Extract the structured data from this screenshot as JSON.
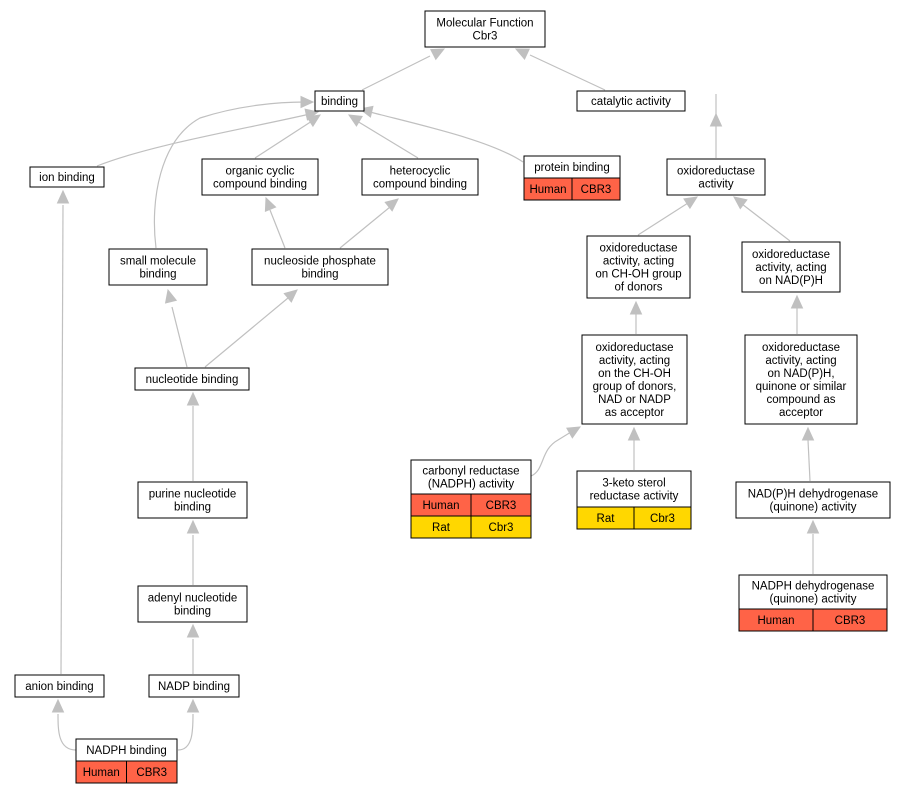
{
  "colors": {
    "human": "#ff6347",
    "rat": "#ffd700",
    "edge": "#c0c0c0",
    "node_border": "#000000",
    "node_fill": "#ffffff"
  },
  "nodes": {
    "root": [
      "Molecular Function",
      "Cbr3"
    ],
    "binding": [
      "binding"
    ],
    "catalytic": [
      "catalytic activity"
    ],
    "ion_binding": [
      "ion binding"
    ],
    "org_cyclic": [
      "organic cyclic",
      "compound binding"
    ],
    "heterocyclic": [
      "heterocyclic",
      "compound binding"
    ],
    "protein_binding": [
      "protein binding"
    ],
    "oxidoreductase": [
      "oxidoreductase",
      "activity"
    ],
    "small_molecule": [
      "small molecule",
      "binding"
    ],
    "nuc_phosphate": [
      "nucleoside phosphate",
      "binding"
    ],
    "oxido_choh": [
      "oxidoreductase",
      "activity, acting",
      "on CH-OH group",
      "of donors"
    ],
    "oxido_nadph": [
      "oxidoreductase",
      "activity, acting",
      "on NAD(P)H"
    ],
    "nucleotide": [
      "nucleotide binding"
    ],
    "oxido_choh_nad": [
      "oxidoreductase",
      "activity, acting",
      "on the CH-OH",
      "group of donors,",
      "NAD or NADP",
      "as acceptor"
    ],
    "oxido_quinone": [
      "oxidoreductase",
      "activity, acting",
      "on NAD(P)H,",
      "quinone or similar",
      "compound as",
      "acceptor"
    ],
    "carbonyl": [
      "carbonyl reductase",
      "(NADPH) activity"
    ],
    "keto_sterol": [
      "3-keto sterol",
      "reductase activity"
    ],
    "purine": [
      "purine nucleotide",
      "binding"
    ],
    "nadph_dehyd_q": [
      "NAD(P)H dehydrogenase",
      "(quinone) activity"
    ],
    "adenyl": [
      "adenyl nucleotide",
      "binding"
    ],
    "nadph_dehyd": [
      "NADPH dehydrogenase",
      "(quinone) activity"
    ],
    "anion": [
      "anion binding"
    ],
    "nadp": [
      "NADP binding"
    ],
    "nadph_binding": [
      "NADPH binding"
    ]
  },
  "annotations": {
    "protein_binding": [
      [
        "Human",
        "CBR3"
      ]
    ],
    "carbonyl": [
      [
        "Human",
        "CBR3"
      ],
      [
        "Rat",
        "Cbr3"
      ]
    ],
    "keto_sterol": [
      [
        "Rat",
        "Cbr3"
      ]
    ],
    "nadph_dehyd": [
      [
        "Human",
        "CBR3"
      ]
    ],
    "nadph_binding": [
      [
        "Human",
        "CBR3"
      ]
    ]
  }
}
